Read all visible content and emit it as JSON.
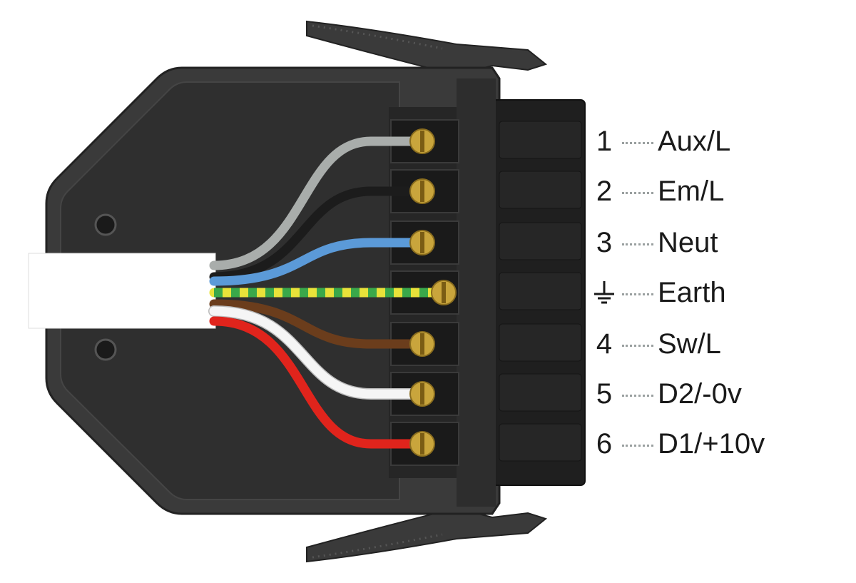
{
  "terminals": [
    {
      "number": "1",
      "name": "Aux/L",
      "wire": "grey",
      "wire_color": "#a9adab"
    },
    {
      "number": "2",
      "name": "Em/L",
      "wire": "black",
      "wire_color": "#1c1c1c"
    },
    {
      "number": "3",
      "name": "Neut",
      "wire": "blue",
      "wire_color": "#5b9ad8"
    },
    {
      "number": "",
      "name": "Earth",
      "wire": "green/yellow",
      "wire_color": "#e8e23a",
      "icon": "earth-ground-icon"
    },
    {
      "number": "4",
      "name": "Sw/L",
      "wire": "brown",
      "wire_color": "#6b3d1c"
    },
    {
      "number": "5",
      "name": "D2/-0v",
      "wire": "white",
      "wire_color": "#f5f5f5"
    },
    {
      "number": "6",
      "name": "D1/+10v",
      "wire": "red",
      "wire_color": "#e0241c"
    }
  ],
  "colors": {
    "housing": "#3a3a3a",
    "housing_edge": "#2a2a2a",
    "connector": "#1f1f1f",
    "screw": "#c9a53c",
    "cable_sheath": "#ffffff",
    "label_text": "#1a1a1a",
    "leader_dots": "#9aa0a0"
  }
}
